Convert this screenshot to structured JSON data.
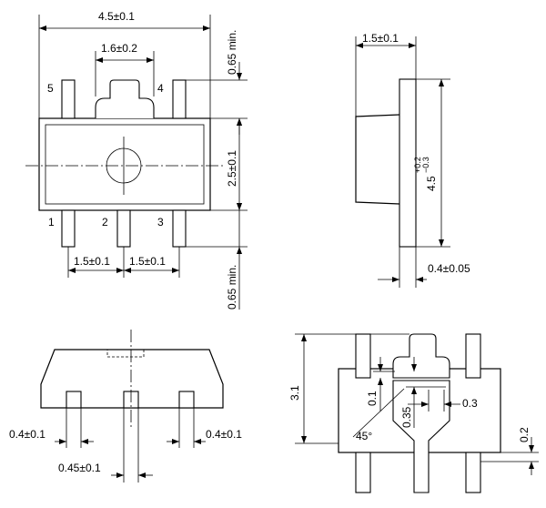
{
  "top_view": {
    "pin_labels": [
      "1",
      "2",
      "3",
      "4",
      "5"
    ],
    "width_label": "4.5±0.1",
    "center_lead_label": "1.6±0.2",
    "body_height_label": "2.5±0.1",
    "lead_top_label": "0.65 min.",
    "lead_bottom_label": "0.65 min.",
    "pitch_left_label": "1.5±0.1",
    "pitch_right_label": "1.5±0.1"
  },
  "side_view": {
    "thickness_label": "1.5±0.1",
    "length_label_main": "4.5",
    "length_tol_plus": "+0.2",
    "length_tol_minus": "−0.3",
    "lead_thickness_label": "0.4±0.05"
  },
  "front_view": {
    "lead_width_left_label": "0.4±0.1",
    "lead_width_right_label": "0.4±0.1",
    "center_lead_label": "0.45±0.1"
  },
  "bottom_view": {
    "height_label": "3.1",
    "notch_label_01": "0.1",
    "notch_label_035": "0.35",
    "notch_label_03": "0.3",
    "chamfer_label": "45°",
    "offset_label": "0.2"
  }
}
